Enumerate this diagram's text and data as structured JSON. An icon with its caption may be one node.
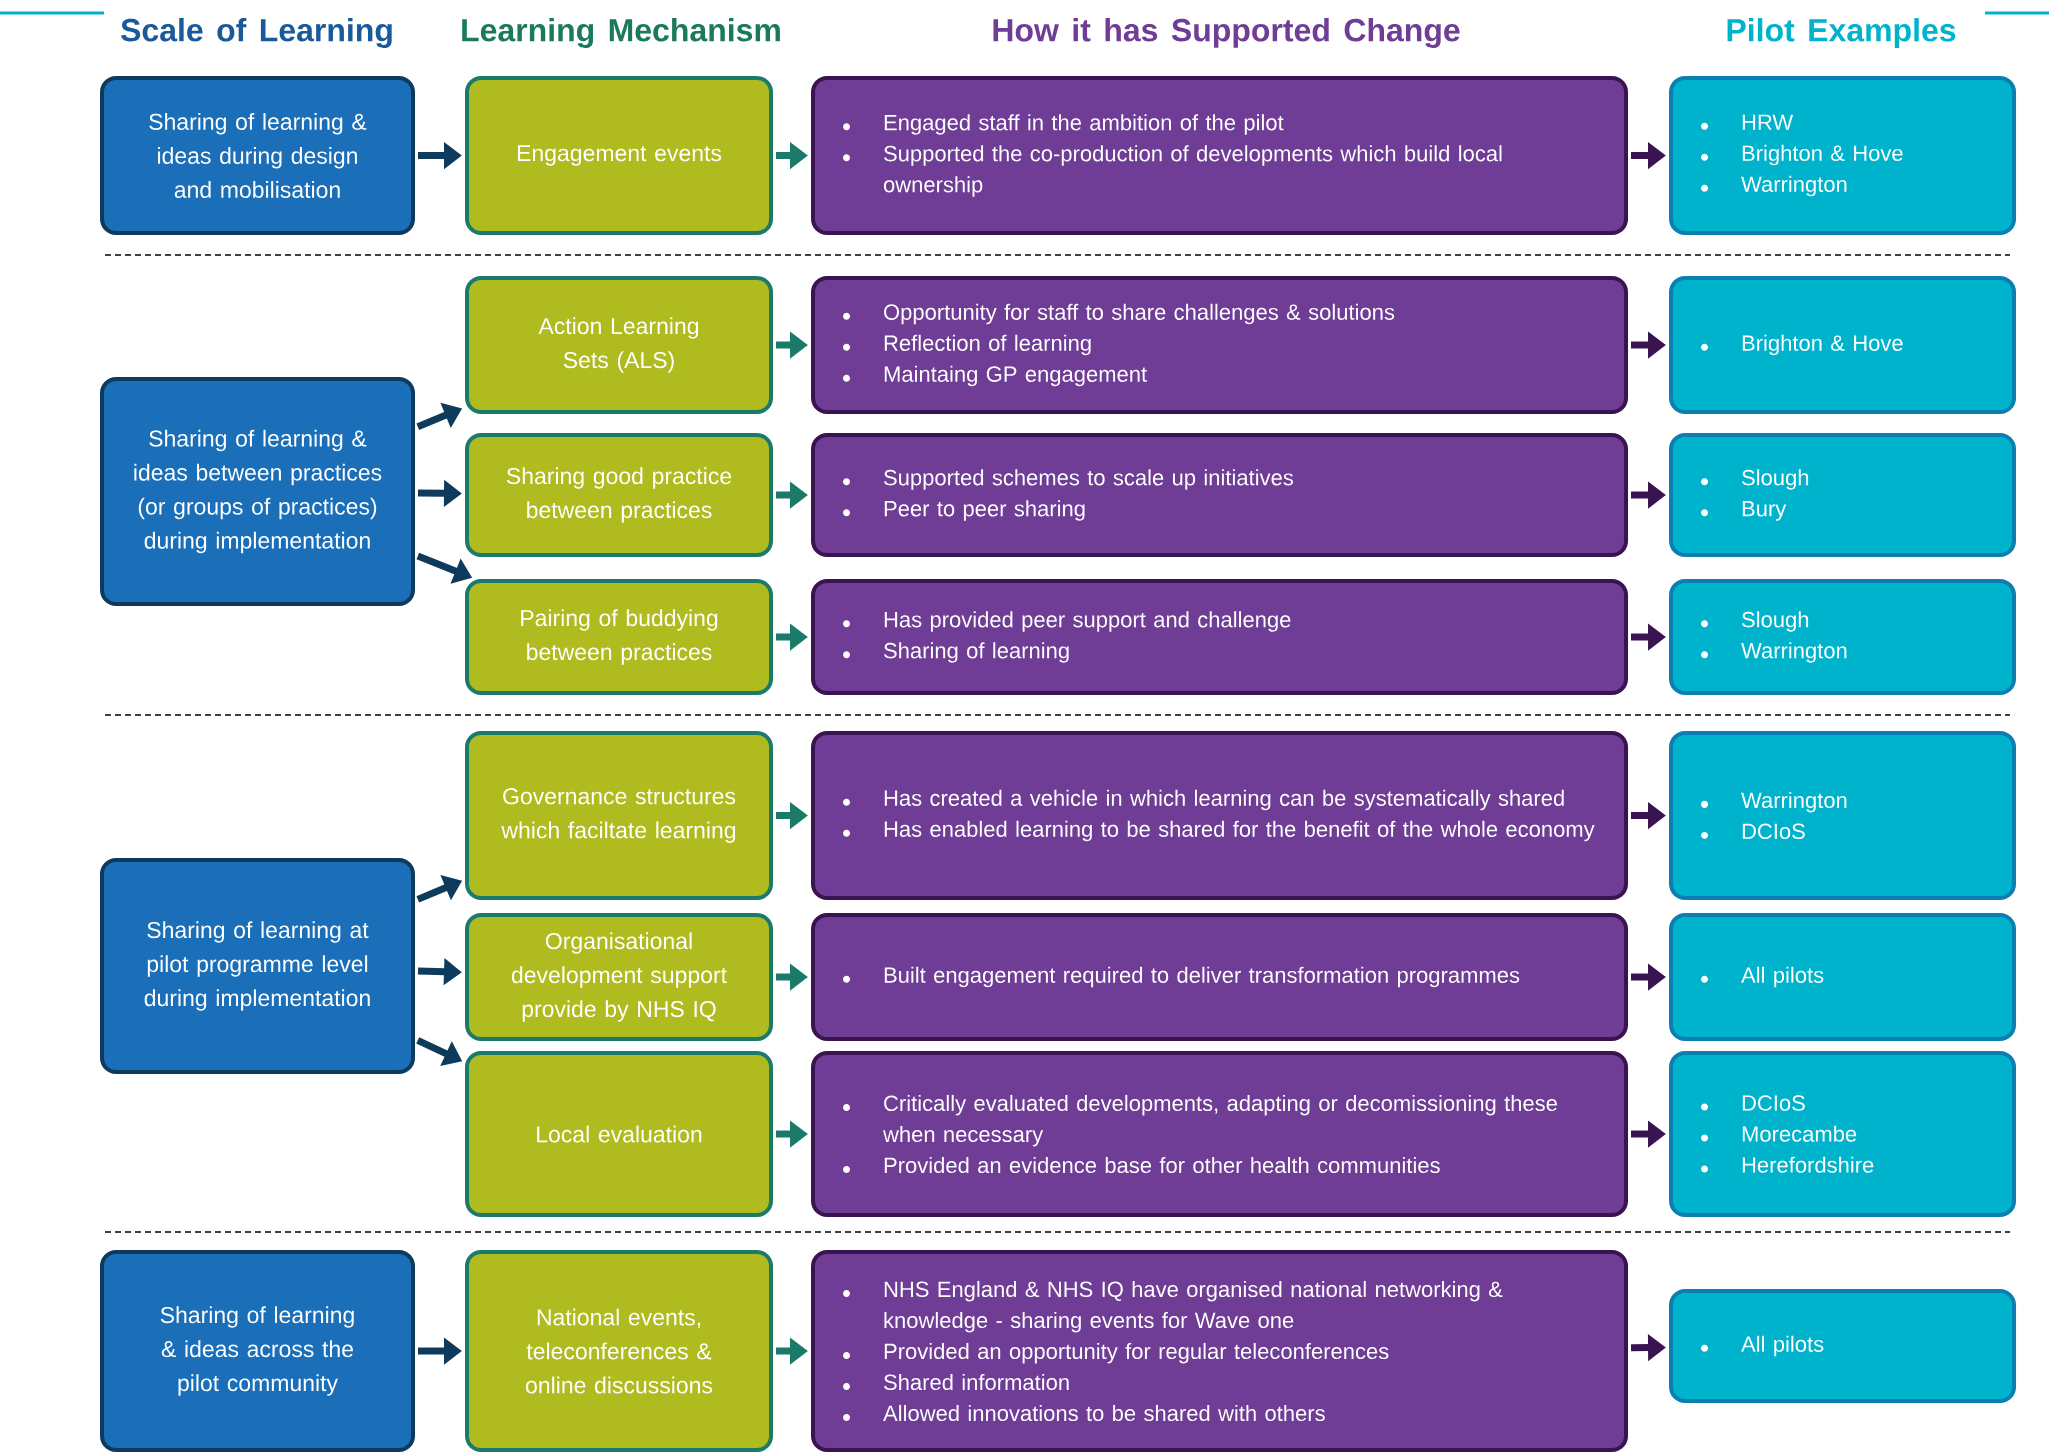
{
  "diagram": {
    "nodes": [
      {
        "text": [
          "Sharing of learning & ideas during design and mobilisation"
        ]
      },
      {
        "text": [
          "Engagement events"
        ]
      },
      {
        "text": [
          "Engaged staff in the ambition of the pilot",
          "Supported the co-production of developments which build local ownership"
        ]
      },
      {
        "text": [
          "HRW",
          "Brighton & Hove",
          "Warrington"
        ]
      },
      {
        "text": [
          "Sharing of learning & ideas between practices (or groups of practices) during implementation"
        ]
      },
      {
        "text": [
          "Action Learning Sets (ALS)"
        ]
      },
      {
        "text": [
          "Opportunity for staff to share challenges & solutions",
          "Reflection of learning",
          "Maintaing GP engagement"
        ]
      },
      {
        "text": [
          "Brighton & Hove"
        ]
      },
      {
        "text": [
          "Sharing good practice between practices"
        ]
      },
      {
        "text": [
          "Supported schemes to scale up initiatives",
          "Peer to peer sharing"
        ]
      },
      {
        "text": [
          "Slough",
          "Bury"
        ]
      },
      {
        "text": [
          "Pairing of buddying between practices"
        ]
      },
      {
        "text": [
          "Has provided peer support and challenge",
          "Sharing of learning"
        ]
      },
      {
        "text": [
          "Slough",
          "Warrington"
        ]
      },
      {
        "text": [
          "Sharing of learning at pilot programme level during implementation"
        ]
      },
      {
        "text": [
          "Governance structures which faciltate learning"
        ]
      },
      {
        "text": [
          "Has created a vehicle in which learning can be systematically shared",
          "Has enabled learning to be shared for the benefit of the whole economy"
        ]
      },
      {
        "text": [
          "Warrington",
          "DCIoS"
        ]
      },
      {
        "text": [
          "Organisational development support provide by NHS IQ"
        ]
      },
      {
        "text": [
          "Built engagement required to deliver transformation programmes"
        ]
      },
      {
        "text": [
          "All pilots"
        ]
      },
      {
        "text": [
          "Local evaluation"
        ]
      },
      {
        "text": [
          "Critically evaluated developments, adapting or decomissioning these when necessary",
          "Provided an evidence base for other health communities"
        ]
      },
      {
        "text": [
          "DCIoS",
          "Morecambe",
          "Herefordshire"
        ]
      },
      {
        "text": [
          "Sharing of learning & ideas across the pilot community"
        ]
      },
      {
        "text": [
          "National events, teleconferences & online discussions"
        ]
      },
      {
        "text": [
          "NHS England & NHS IQ have organised national networking & knowledge - sharing events for Wave one",
          "Provided an opportunity for regular teleconferences",
          "Shared information",
          "Allowed innovations to be shared with others"
        ]
      },
      {
        "text": [
          "All pilots"
        ]
      }
    ],
    "edges": [
      {
        "from": 0,
        "to": 1,
        "arrow": "to",
        "color": "#0e3a5c"
      },
      {
        "from": 1,
        "to": 2,
        "arrow": "to",
        "color": "#1b7a6a"
      },
      {
        "from": 2,
        "to": 3,
        "arrow": "to",
        "color": "#3a1450"
      },
      {
        "from": 4,
        "to": 5,
        "arrow": "to",
        "color": "#0e3a5c"
      },
      {
        "from": 4,
        "to": 8,
        "arrow": "to",
        "color": "#0e3a5c"
      },
      {
        "from": 4,
        "to": 11,
        "arrow": "to",
        "color": "#0e3a5c"
      },
      {
        "from": 5,
        "to": 6,
        "arrow": "to",
        "color": "#1b7a6a"
      },
      {
        "from": 6,
        "to": 7,
        "arrow": "to",
        "color": "#3a1450"
      },
      {
        "from": 8,
        "to": 9,
        "arrow": "to",
        "color": "#1b7a6a"
      },
      {
        "from": 9,
        "to": 10,
        "arrow": "to",
        "color": "#3a1450"
      },
      {
        "from": 11,
        "to": 12,
        "arrow": "to",
        "color": "#1b7a6a"
      },
      {
        "from": 12,
        "to": 13,
        "arrow": "to",
        "color": "#3a1450"
      },
      {
        "from": 14,
        "to": 15,
        "arrow": "to",
        "color": "#0e3a5c"
      },
      {
        "from": 14,
        "to": 18,
        "arrow": "to",
        "color": "#0e3a5c"
      },
      {
        "from": 14,
        "to": 21,
        "arrow": "to",
        "color": "#0e3a5c"
      },
      {
        "from": 15,
        "to": 16,
        "arrow": "to",
        "color": "#1b7a6a"
      },
      {
        "from": 16,
        "to": 17,
        "arrow": "to",
        "color": "#3a1450"
      },
      {
        "from": 18,
        "to": 19,
        "arrow": "to",
        "color": "#1b7a6a"
      },
      {
        "from": 19,
        "to": 20,
        "arrow": "to",
        "color": "#3a1450"
      },
      {
        "from": 21,
        "to": 22,
        "arrow": "to",
        "color": "#1b7a6a"
      },
      {
        "from": 22,
        "to": 23,
        "arrow": "to",
        "color": "#3a1450"
      },
      {
        "from": 24,
        "to": 25,
        "arrow": "to",
        "color": "#0e3a5c"
      },
      {
        "from": 25,
        "to": 26,
        "arrow": "to",
        "color": "#1b7a6a"
      },
      {
        "from": 26,
        "to": 27,
        "arrow": "to",
        "color": "#3a1450"
      }
    ],
    "labels": [
      "Scale of Learning",
      "Learning Mechanism",
      "How it has Supported Change",
      "Pilot Examples"
    ]
  }
}
